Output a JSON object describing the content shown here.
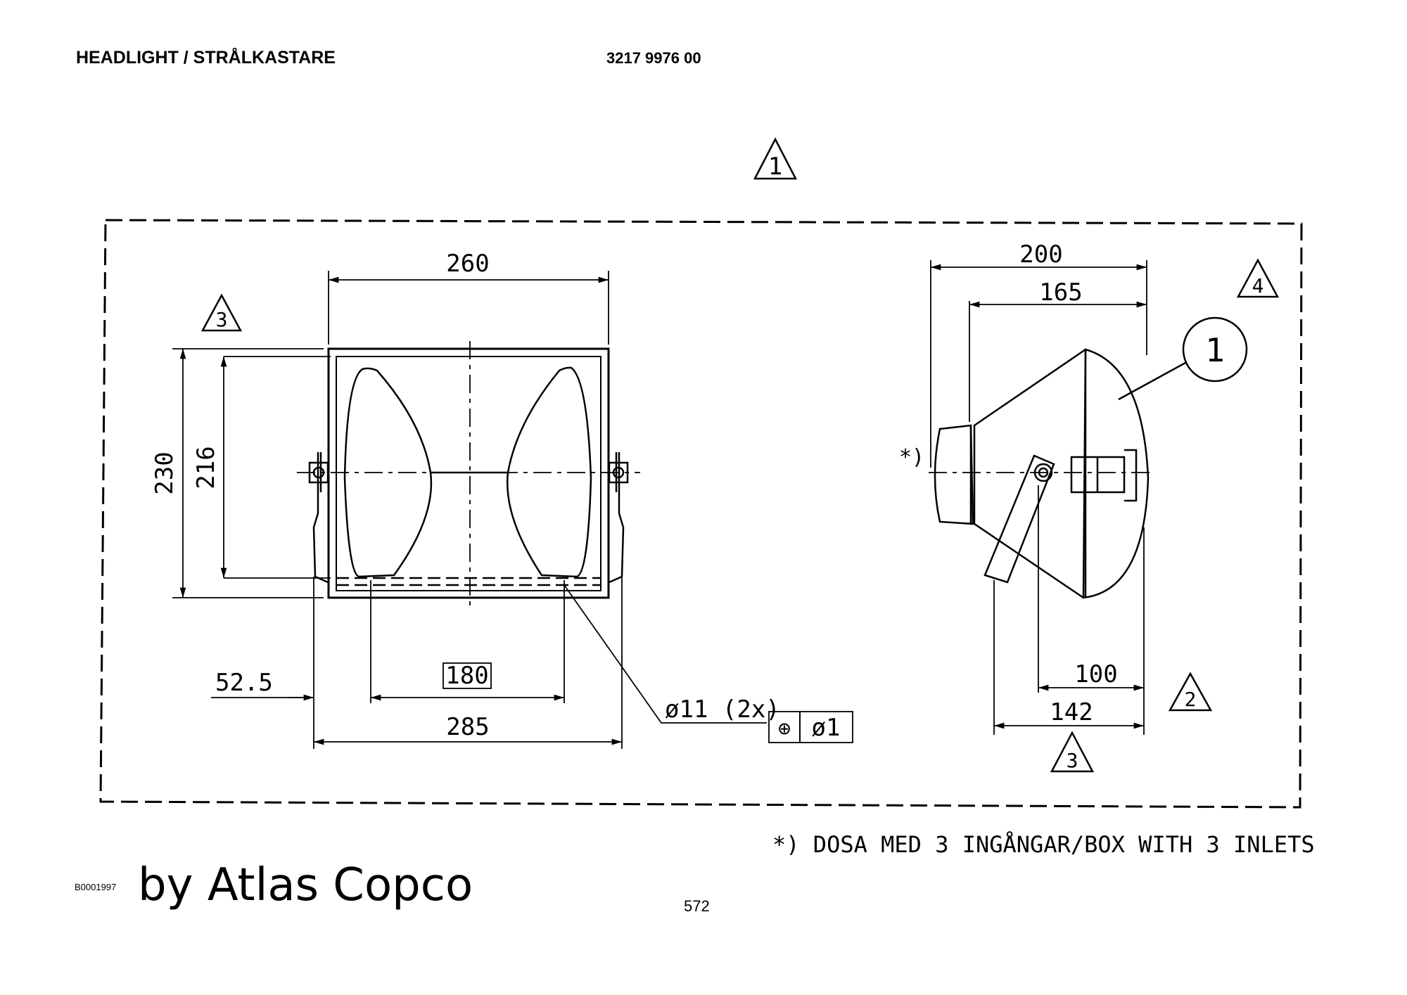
{
  "header": {
    "title": "HEADLIGHT / STRÅLKASTARE",
    "part_number": "3217 9976 00"
  },
  "drawing": {
    "callouts": {
      "t1": "1",
      "t2": "2",
      "t3a": "3",
      "t3b": "3",
      "t4": "4",
      "item": "1"
    },
    "dims": {
      "d260": "260",
      "d230": "230",
      "d216": "216",
      "d52": "52.5",
      "d180": "180",
      "d285": "285",
      "d11": "ø11 (2x)",
      "tol_sym": "⊕",
      "tol_val": "ø1",
      "d200": "200",
      "d165": "165",
      "d100": "100",
      "d142": "142",
      "star": "*)"
    },
    "note": "*) DOSA MED 3 INGÅNGAR/BOX WITH 3 INLETS"
  },
  "footer": {
    "ref": "B0001997",
    "brand": "by Atlas Copco",
    "page": "572"
  }
}
